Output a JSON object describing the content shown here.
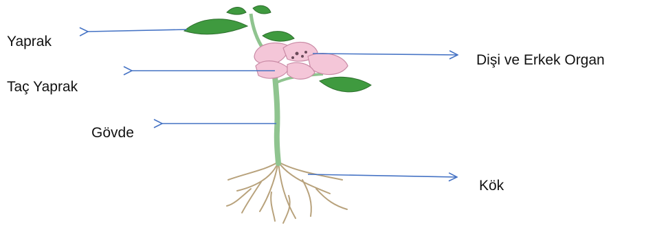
{
  "labels": {
    "leaf": "Yaprak",
    "petal": "Taç Yaprak",
    "stem": "Gövde",
    "reproductive_organs": "Dişi ve Erkek Organ",
    "root": "Kök"
  },
  "colors": {
    "arrow": "#4472c4",
    "leaf": "#3f9a3f",
    "leaf_dark": "#2c6e2c",
    "stem": "#9ccf9c",
    "petal": "#f4c6d8",
    "petal_edge": "#c98aa5",
    "root": "#d9c8a8",
    "root_edge": "#9a8868"
  },
  "icons": {
    "arrow": "arrow-icon",
    "plant": "plant-illustration"
  }
}
